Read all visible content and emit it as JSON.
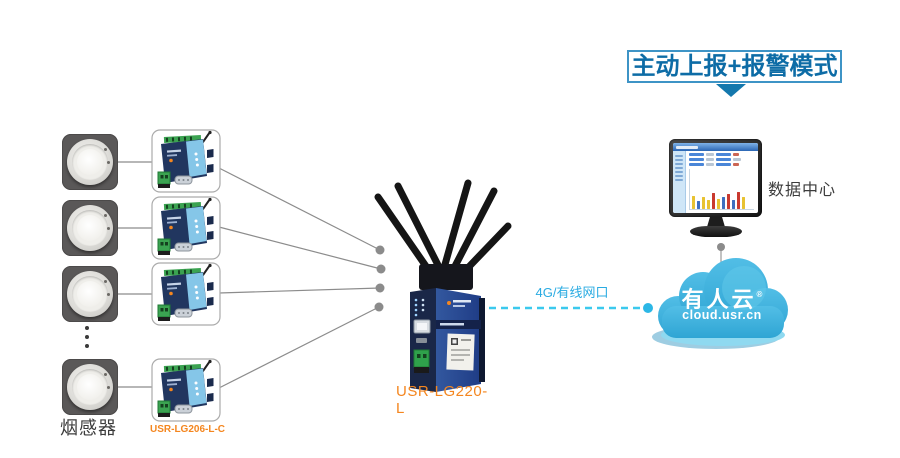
{
  "banner": {
    "title": "主动上报+报警模式"
  },
  "sensors": {
    "label": "烟感器",
    "count": 4
  },
  "modules": {
    "label": "USR-LG206-L-C"
  },
  "gateway": {
    "model": "USR-LG220-L"
  },
  "wan_link": {
    "label": "4G/有线网口"
  },
  "cloud": {
    "brand": "有人云",
    "reg": "®",
    "url": "cloud.usr.cn"
  },
  "data_center": {
    "label": "数据中心"
  },
  "colors": {
    "banner_text": "#0D6CA6",
    "banner_border": "#3E94C6",
    "accent_orange": "#F4861F",
    "link_cyan": "#29ABE2",
    "line_gray": "#8C8C8C",
    "label_dark": "#3C3C3C",
    "cloud_main": "#41B2DD"
  },
  "monitor_chart": {
    "type": "bar",
    "bar_heights": [
      13,
      8,
      12,
      9,
      16,
      10,
      12,
      15,
      9,
      17,
      12
    ],
    "bar_colors": [
      "#E8C231",
      "#3E6FC0",
      "#E8C231",
      "#E8C231",
      "#C9392F",
      "#E8C231",
      "#3E6FC0",
      "#C9392F",
      "#3E6FC0",
      "#C9392F",
      "#E8C231"
    ]
  }
}
